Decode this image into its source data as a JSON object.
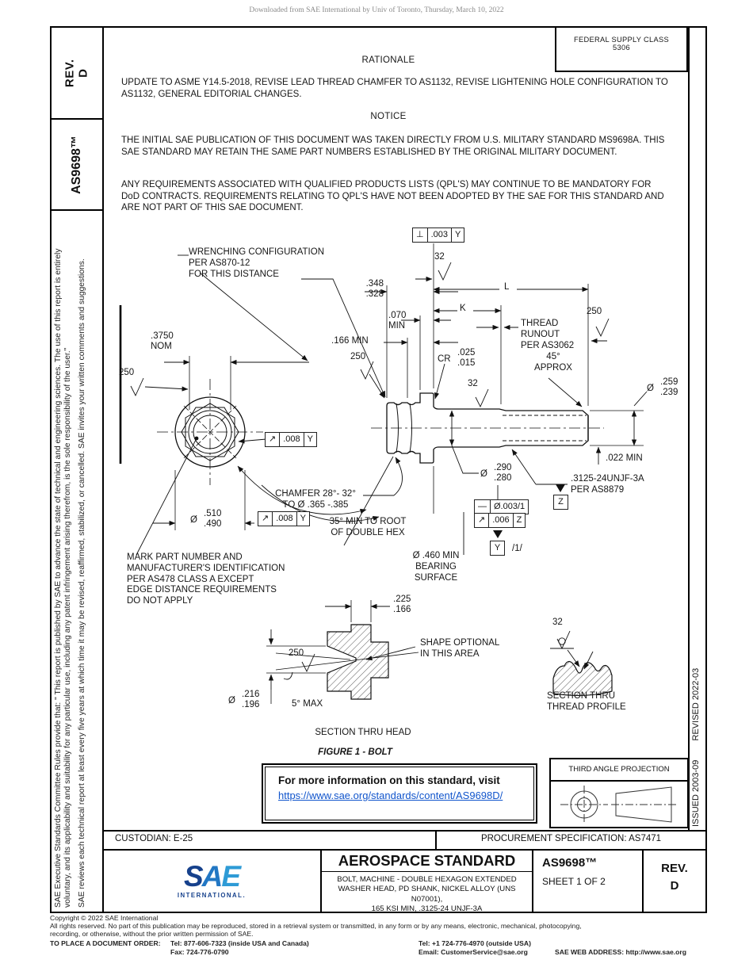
{
  "watermark": "Downloaded from SAE International by Univ of Toronto, Thursday, March 10, 2022",
  "left_margin": {
    "rev": "REV.\nD",
    "doc_number": "AS9698™",
    "disclaimer1": "SAE Executive Standards Committee Rules provide that: \" This report is published by SAE to advance the state of technical and engineering sciences. The use of this report is entirely voluntary, and its applicability and suitability for any particular use, including any patent infringement arising therefrom, is the sole responsibility of the user.\"",
    "disclaimer2": "SAE reviews each technical report at least every five years at which time it may be revised, reaffirmed, stabilized, or cancelled. SAE invites your written comments and suggestions."
  },
  "right_margin": {
    "issued": "ISSUED 2003-09",
    "revised": "REVISED 2022-03"
  },
  "header": {
    "fsc_label": "FEDERAL SUPPLY CLASS",
    "fsc_value": "5306",
    "rationale_title": "RATIONALE",
    "rationale_text": "UPDATE TO ASME Y14.5-2018, REVISE LEAD THREAD CHAMFER TO AS1132, REVISE LIGHTENING HOLE CONFIGURATION TO AS1132, GENERAL EDITORIAL CHANGES.",
    "notice_title": "NOTICE",
    "notice_p1": "THE INITIAL SAE PUBLICATION OF THIS DOCUMENT WAS TAKEN DIRECTLY FROM U.S. MILITARY STANDARD MS9698A. THIS SAE STANDARD MAY RETAIN THE SAME PART NUMBERS ESTABLISHED BY THE ORIGINAL MILITARY DOCUMENT.",
    "notice_p2": "ANY REQUIREMENTS ASSOCIATED WITH QUALIFIED PRODUCTS LISTS (QPL'S) MAY CONTINUE TO BE MANDATORY FOR DoD CONTRACTS. REQUIREMENTS RELATING TO QPL'S HAVE NOT BEEN ADOPTED BY THE SAE FOR THIS STANDARD AND ARE NOT PART OF THIS SAE DOCUMENT."
  },
  "figure": {
    "labels": {
      "wrenching": "WRENCHING CONFIGURATION\nPER AS870-12\nFOR THIS DISTANCE",
      "dim348": ".348\n.328",
      "dim070": ".070\nMIN",
      "dim166": ".166 MIN",
      "dim3750": ".3750\nNOM",
      "fin250": "250",
      "fin32": "32",
      "dimL": "L",
      "dimK": "K",
      "runout": "THREAD\nRUNOUT\nPER AS3062",
      "approx45": "45°\nAPPROX",
      "cr": "CR",
      "cr_vals": ".025\n.015",
      "dia": "Ø",
      "v259": ".259\n.239",
      "min022": ".022 MIN",
      "v290": ".290\n.280",
      "thread_callout": ".3125-24UNJF-3A\nPER AS8879",
      "fcf_straight_sym": "—",
      "fcf_straight_val": "Ø.003/1",
      "fcf_runout_sym": "↗",
      "fcf_runout_val": ".006",
      "fcf_runout_datum": "Z",
      "fcf_perp_sym": "⊥",
      "fcf_perp_val": ".003",
      "fcf_perp_datum": "Y",
      "fcf008_sym": "↗",
      "fcf008_val": ".008",
      "fcf008_datum": "Y",
      "datumZ": "Z",
      "datumY": "Y",
      "note1": "/1/",
      "chamfer": "CHAMFER 28°- 32°\nTO Ø .365 -.385",
      "root35": "35° MIN TO ROOT\nOF DOUBLE HEX",
      "bearing": "Ø .460 MIN\nBEARING\nSURFACE",
      "v510": ".510\n.490",
      "mark": "MARK PART NUMBER AND\nMANUFACTURER'S IDENTIFICATION\nPER AS478 CLASS A EXCEPT\nEDGE DISTANCE REQUIREMENTS\nDO NOT APPLY",
      "dim225": ".225\n.166",
      "shape_opt": "SHAPE OPTIONAL\nIN THIS AREA",
      "v216": ".216\n.196",
      "max5": "5° MAX",
      "section_head": "SECTION THRU HEAD",
      "figure_caption": "FIGURE 1 - BOLT",
      "thread_section": "SECTION THRU\nTHREAD PROFILE"
    }
  },
  "info_box": {
    "line1": "For more information on this standard, visit",
    "link": "https://www.sae.org/standards/content/AS9698D/"
  },
  "projection": {
    "title": "THIRD ANGLE PROJECTION"
  },
  "footer_rows": {
    "custodian": "CUSTODIAN: E-25",
    "procurement": "PROCUREMENT SPECIFICATION: AS7471"
  },
  "title_block": {
    "logo_s": "S",
    "logo_a": "A",
    "logo_e": "E",
    "logo_sub": "INTERNATIONAL.",
    "title": "AEROSPACE STANDARD",
    "subtitle": "BOLT, MACHINE - DOUBLE HEXAGON EXTENDED\nWASHER HEAD, PD SHANK, NICKEL ALLOY (UNS N07001),\n165 KSI MIN, .3125-24 UNJF-3A",
    "doc_number": "AS9698™",
    "sheet": "SHEET 1 OF 2",
    "rev": "REV.\nD"
  },
  "copyright": {
    "line1": "Copyright © 2022 SAE International",
    "line2": "All rights reserved. No part of this publication may be reproduced, stored in a retrieval system or transmitted, in any form or by any means, electronic, mechanical, photocopying,",
    "line3": "recording, or otherwise, without the prior written permission of SAE.",
    "order_label": "TO PLACE A DOCUMENT ORDER:",
    "tel1": "Tel: 877-606-7323 (inside USA and Canada)",
    "tel2": "Tel: +1 724-776-4970 (outside USA)",
    "fax": "Fax: 724-776-0790",
    "email": "Email: CustomerService@sae.org",
    "web": "SAE WEB ADDRESS: http://www.sae.org"
  },
  "colors": {
    "sae_blue": "#16418c",
    "sae_light_blue": "#2e9bd6",
    "link_blue": "#1155CC"
  }
}
